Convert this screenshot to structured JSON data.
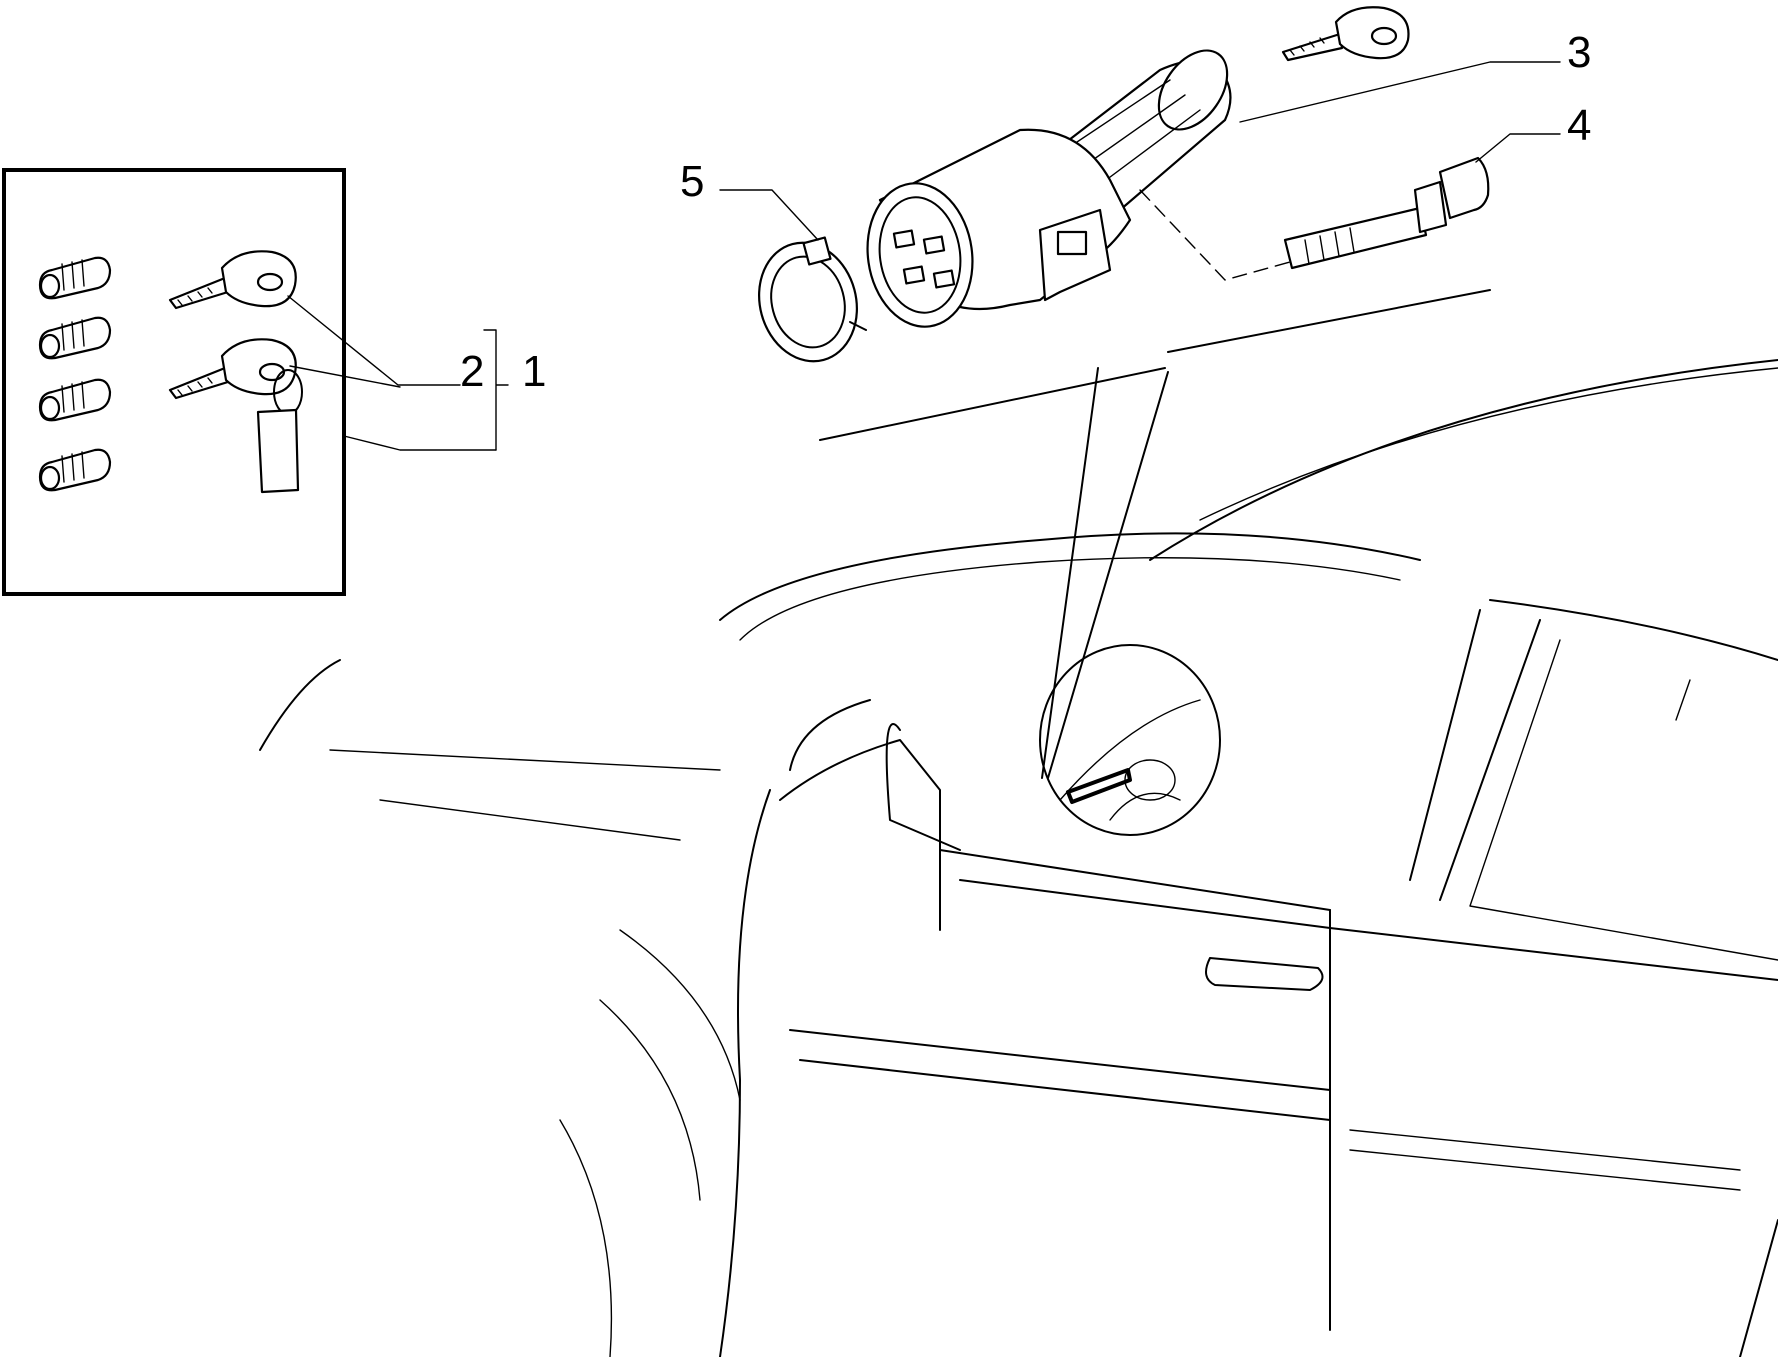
{
  "callouts": [
    {
      "id": "1",
      "label": "1"
    },
    {
      "id": "2",
      "label": "2"
    },
    {
      "id": "3",
      "label": "3"
    },
    {
      "id": "4",
      "label": "4"
    },
    {
      "id": "5",
      "label": "5"
    }
  ],
  "icons": [
    "lock-cylinder-icon",
    "key-icon",
    "key-with-tag-icon",
    "ignition-switch-icon",
    "steering-lock-bolt-icon",
    "retaining-ring-icon",
    "car-outline-icon"
  ]
}
